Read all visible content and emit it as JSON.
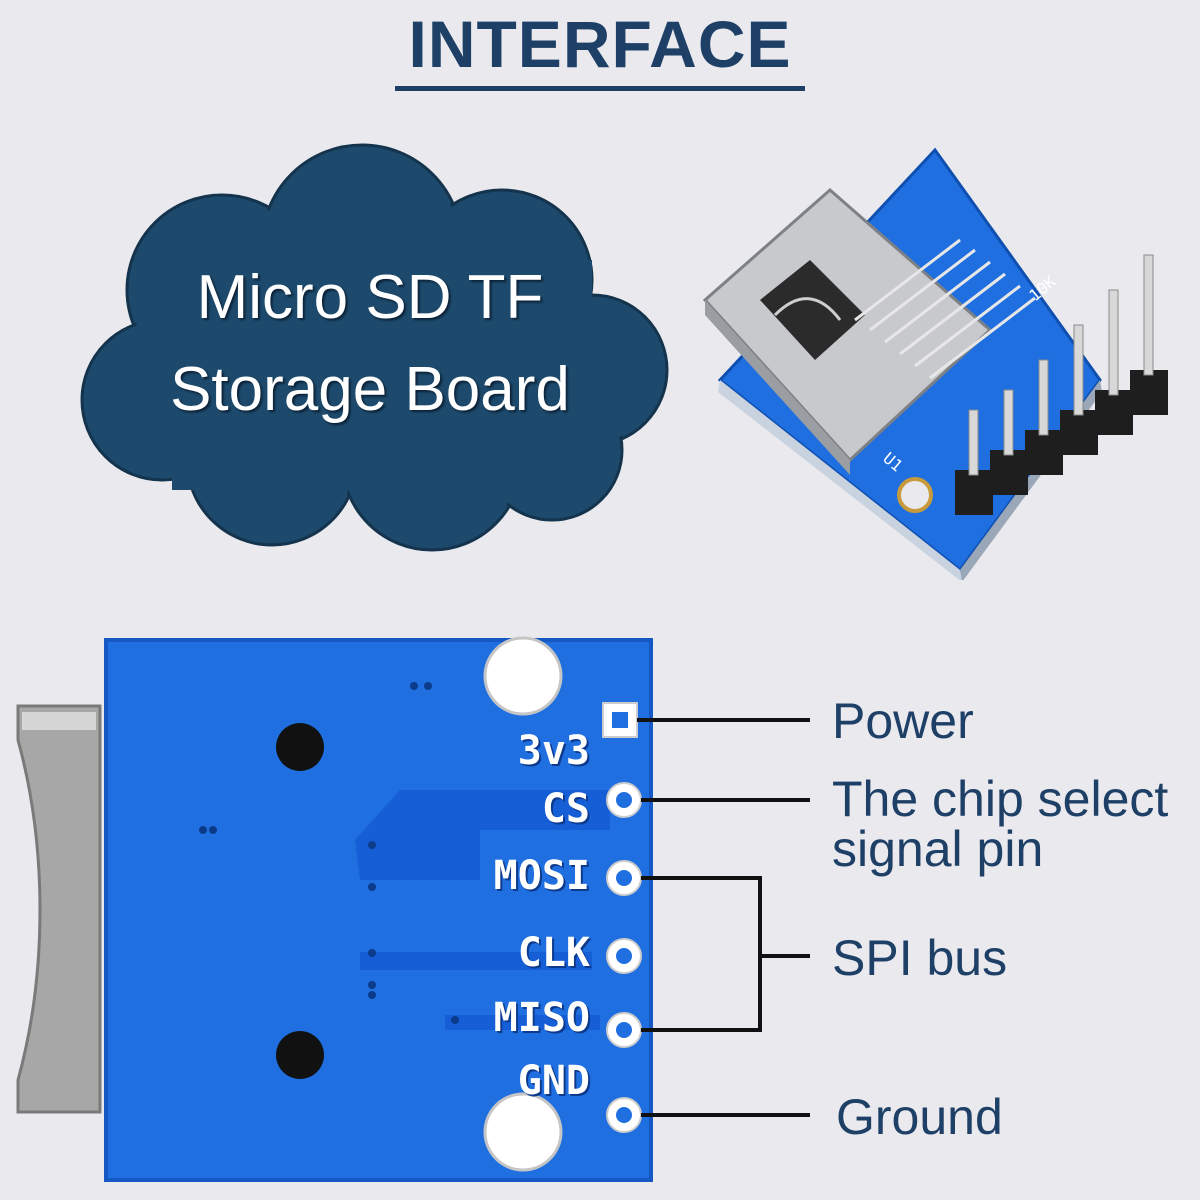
{
  "header": {
    "title": "INTERFACE"
  },
  "colors": {
    "title": "#1e3f66",
    "cloud": "#1d4a6c",
    "pcb": "#1f6fe0",
    "callout_text": "#1e3f66"
  },
  "cloud": {
    "line1": "Micro SD TF",
    "line2": "Storage Board"
  },
  "module_photo": {
    "silk_labels": [
      "10K",
      "U1"
    ]
  },
  "pins": [
    {
      "label": "3v3"
    },
    {
      "label": "CS"
    },
    {
      "label": "MOSI"
    },
    {
      "label": "CLK"
    },
    {
      "label": "MISO"
    },
    {
      "label": "GND"
    }
  ],
  "callouts": {
    "power": "Power",
    "chip_select_line1": "The chip select",
    "chip_select_line2": "signal pin",
    "spi": "SPI bus",
    "ground": "Ground"
  }
}
